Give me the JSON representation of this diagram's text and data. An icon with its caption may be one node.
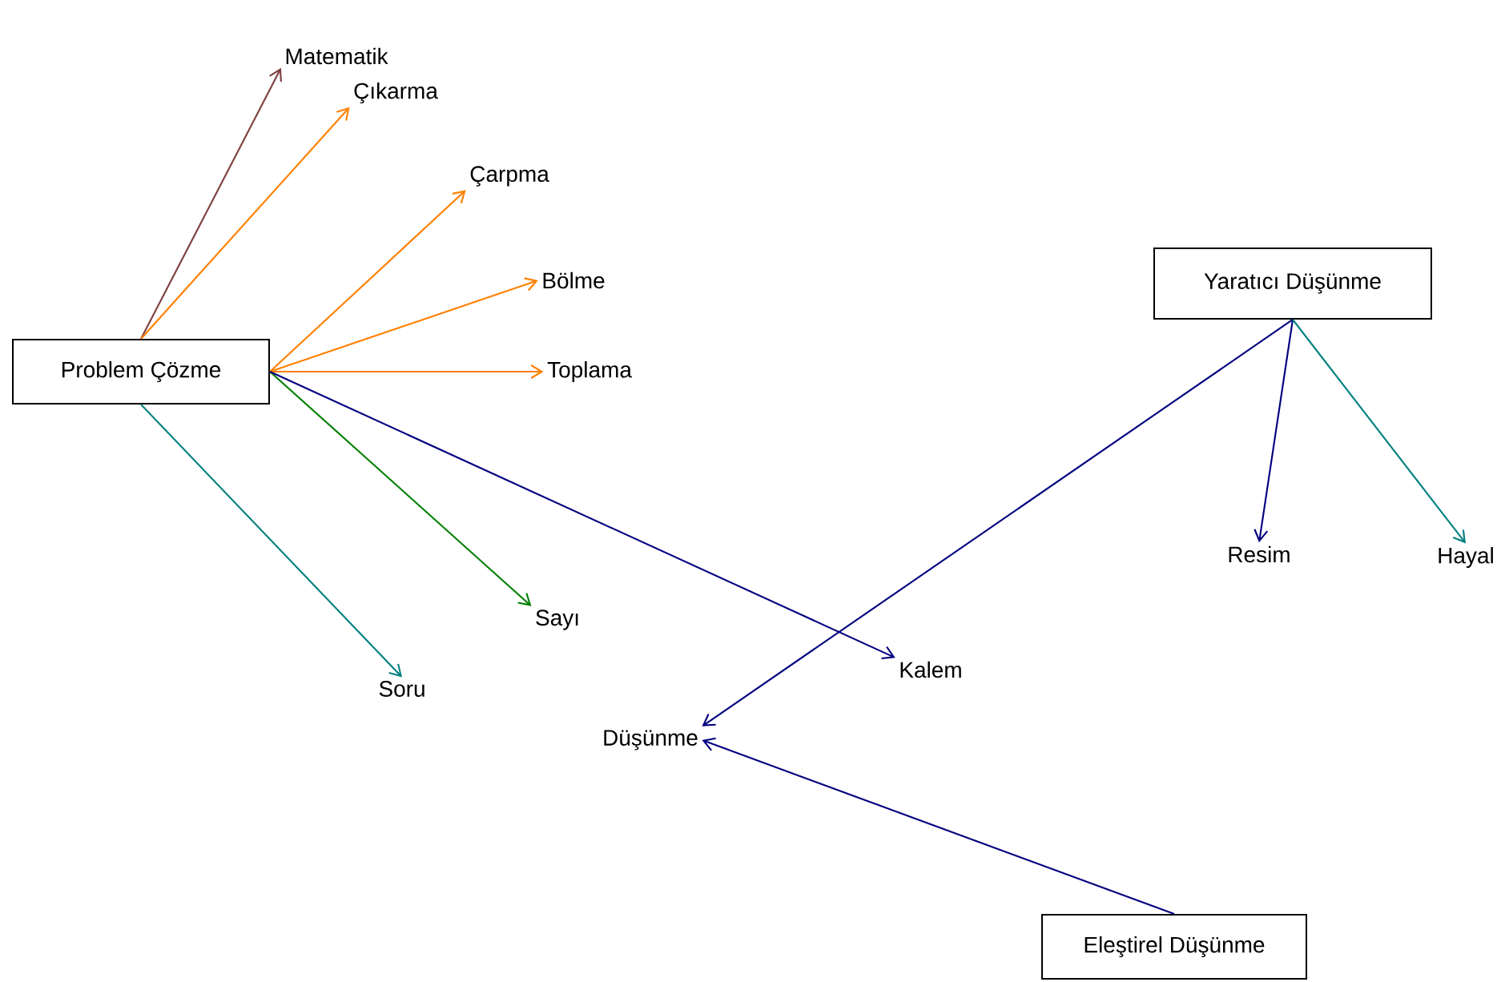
{
  "diagram": {
    "nodes": [
      {
        "text": [
          "Problem Çözme"
        ]
      },
      {
        "text": [
          "Matematik"
        ]
      },
      {
        "text": [
          "Çıkarma"
        ]
      },
      {
        "text": [
          "Çarpma"
        ]
      },
      {
        "text": [
          "Bölme"
        ]
      },
      {
        "text": [
          "Toplama"
        ]
      },
      {
        "text": [
          "Sayı"
        ]
      },
      {
        "text": [
          "Soru"
        ]
      },
      {
        "text": [
          "Kalem"
        ]
      },
      {
        "text": [
          "Yaratıcı Düşünme"
        ]
      },
      {
        "text": [
          "Resim"
        ]
      },
      {
        "text": [
          "Hayal"
        ]
      },
      {
        "text": [
          "Düşünme"
        ]
      },
      {
        "text": [
          "Eleştirel Düşünme"
        ]
      }
    ],
    "edges": [
      {
        "from": 0,
        "to": 1,
        "arrow": "to",
        "color": "#804040"
      },
      {
        "from": 0,
        "to": 2,
        "arrow": "to",
        "color": "#ff8000"
      },
      {
        "from": 0,
        "to": 3,
        "arrow": "to",
        "color": "#ff8000"
      },
      {
        "from": 0,
        "to": 4,
        "arrow": "to",
        "color": "#ff8000"
      },
      {
        "from": 0,
        "to": 5,
        "arrow": "to",
        "color": "#ff8000"
      },
      {
        "from": 0,
        "to": 6,
        "arrow": "to",
        "color": "#008000"
      },
      {
        "from": 0,
        "to": 7,
        "arrow": "to",
        "color": "#008080"
      },
      {
        "from": 0,
        "to": 8,
        "arrow": "to",
        "color": "#000080"
      },
      {
        "from": 9,
        "to": 12,
        "arrow": "to",
        "color": "#000080"
      },
      {
        "from": 9,
        "to": 10,
        "arrow": "to",
        "color": "#000080"
      },
      {
        "from": 9,
        "to": 11,
        "arrow": "to",
        "color": "#008080"
      },
      {
        "from": 13,
        "to": 12,
        "arrow": "to",
        "color": "#000080"
      }
    ]
  }
}
